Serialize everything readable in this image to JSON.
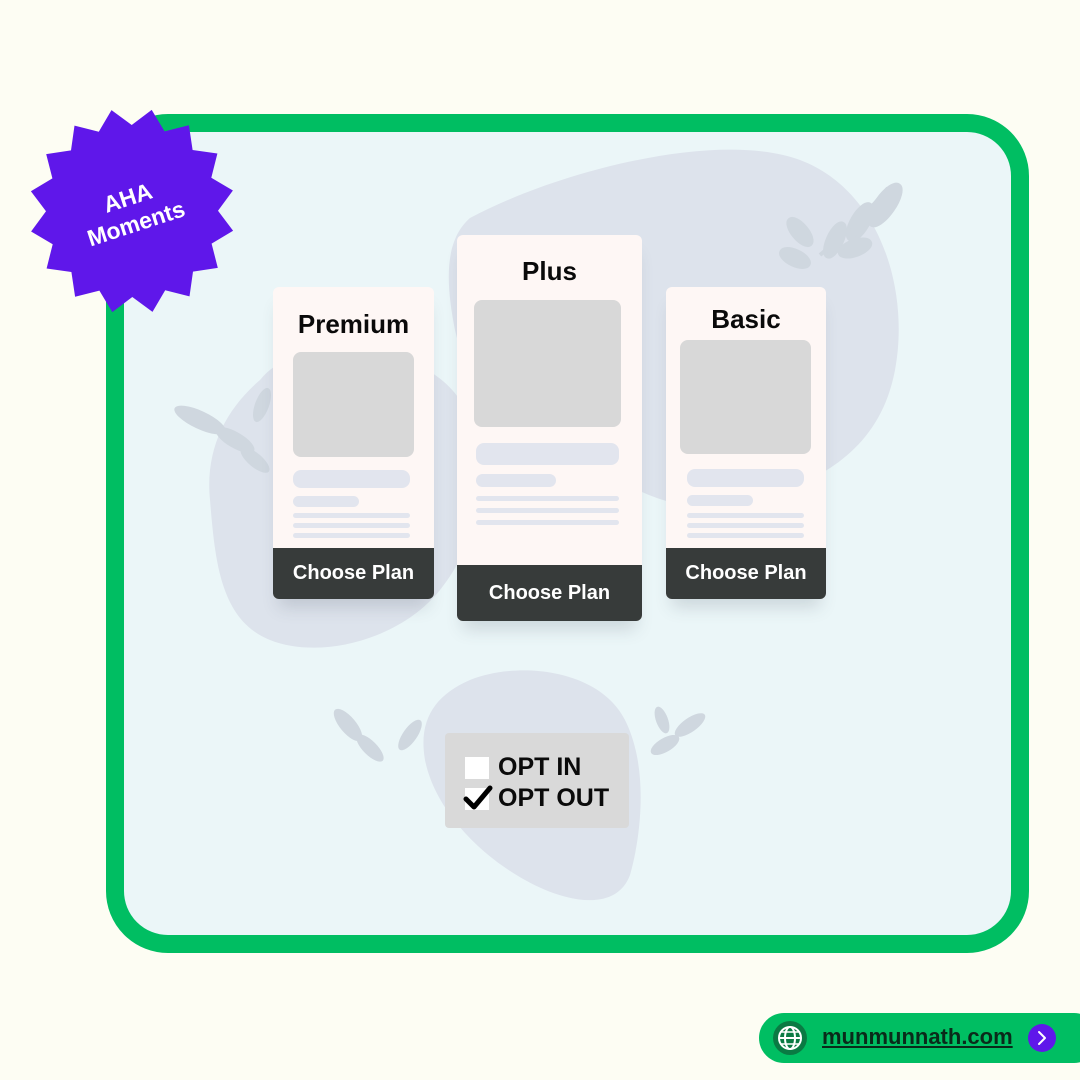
{
  "badge": {
    "line1": "AHA",
    "line2": "Moments",
    "color": "#5f17ea"
  },
  "plans": [
    {
      "title": "Premium",
      "cta": "Choose Plan"
    },
    {
      "title": "Plus",
      "cta": "Choose Plan"
    },
    {
      "title": "Basic",
      "cta": "Choose Plan"
    }
  ],
  "consent": {
    "options": [
      {
        "label": "OPT IN",
        "checked": false
      },
      {
        "label": "OPT OUT",
        "checked": true
      }
    ]
  },
  "footer": {
    "website": "munmunnath.com"
  },
  "colors": {
    "frame": "#00be62",
    "button": "#373b3a",
    "accent": "#5f17ea",
    "background": "#fdfdf3"
  }
}
